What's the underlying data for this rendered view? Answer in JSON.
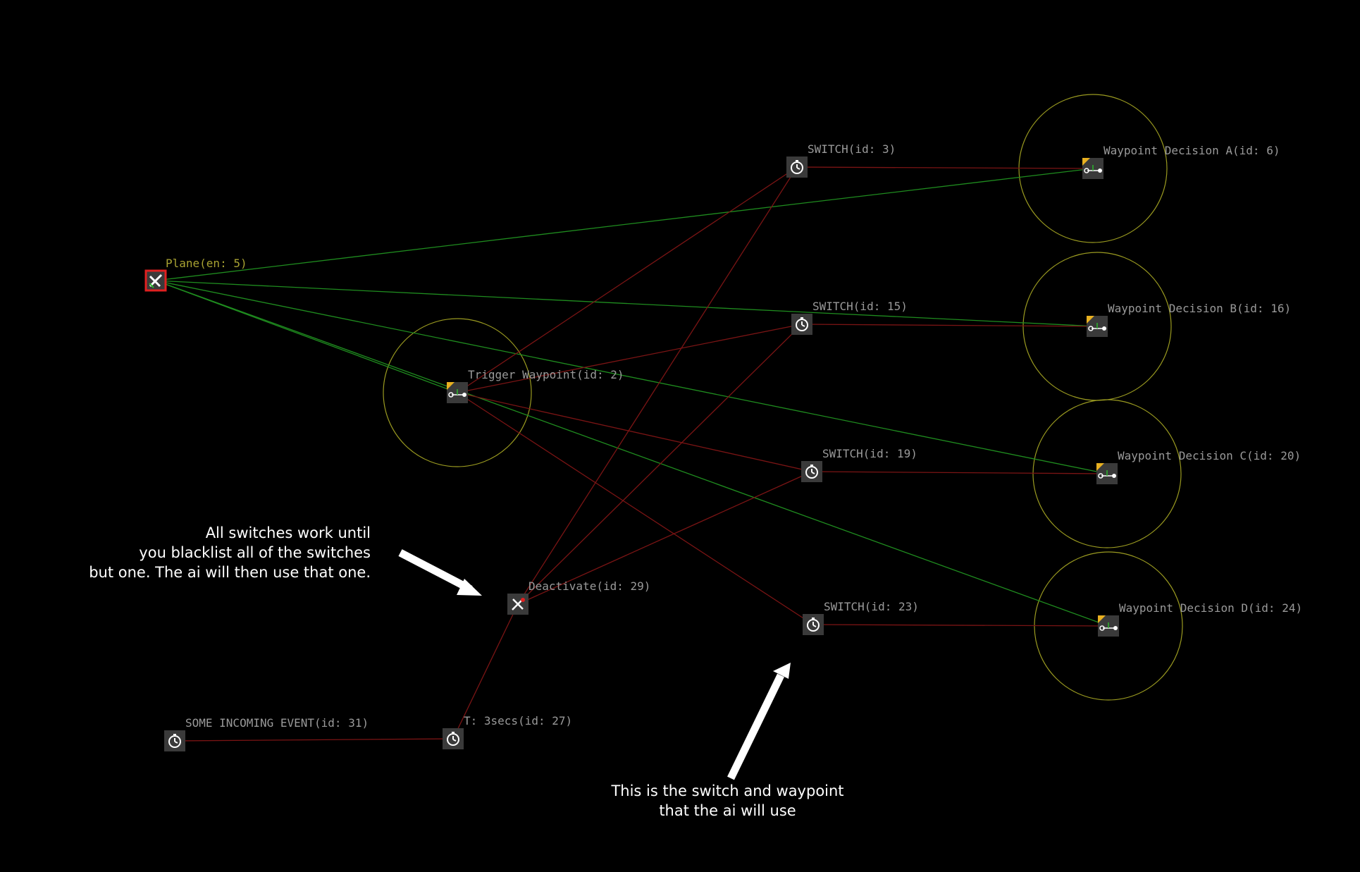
{
  "colors": {
    "background": "#000000",
    "red_link": "#7a1414",
    "green_link": "#1f8c1f",
    "radius_circle": "#9a9a20",
    "node_box": "#3a3a3a",
    "entity_label": "#a8a232",
    "node_label": "#9a9a9a",
    "plane_border": "#e02020",
    "flag": "#e8b020",
    "annotation": "#ffffff"
  },
  "nodes": [
    {
      "id": "plane",
      "label": "Plane(en: 5)",
      "kind": "entity",
      "icon": "plane-icon"
    },
    {
      "id": "trigger-wp",
      "label": "Trigger Waypoint(id: 2)",
      "kind": "waypoint",
      "icon": "waypoint-icon"
    },
    {
      "id": "switch-3",
      "label": "SWITCH(id: 3)",
      "kind": "timer",
      "icon": "timer-icon"
    },
    {
      "id": "switch-15",
      "label": "SWITCH(id: 15)",
      "kind": "timer",
      "icon": "timer-icon"
    },
    {
      "id": "switch-19",
      "label": "SWITCH(id: 19)",
      "kind": "timer",
      "icon": "timer-icon"
    },
    {
      "id": "switch-23",
      "label": "SWITCH(id: 23)",
      "kind": "timer",
      "icon": "timer-icon"
    },
    {
      "id": "wp-a",
      "label": "Waypoint Decision A(id: 6)",
      "kind": "waypoint",
      "icon": "waypoint-icon"
    },
    {
      "id": "wp-b",
      "label": "Waypoint Decision B(id: 16)",
      "kind": "waypoint",
      "icon": "waypoint-icon"
    },
    {
      "id": "wp-c",
      "label": "Waypoint Decision C(id: 20)",
      "kind": "waypoint",
      "icon": "waypoint-icon"
    },
    {
      "id": "wp-d",
      "label": "Waypoint Decision D(id: 24)",
      "kind": "waypoint",
      "icon": "waypoint-icon"
    },
    {
      "id": "deactivate",
      "label": "Deactivate(id: 29)",
      "kind": "deactivate",
      "icon": "deactivate-icon"
    },
    {
      "id": "timer-27",
      "label": "T: 3secs(id: 27)",
      "kind": "timer",
      "icon": "timer-icon"
    },
    {
      "id": "event-31",
      "label": "SOME INCOMING EVENT(id: 31)",
      "kind": "timer",
      "icon": "timer-icon"
    }
  ],
  "links": [
    {
      "from": "plane",
      "to": "wp-a",
      "color": "green"
    },
    {
      "from": "plane",
      "to": "wp-b",
      "color": "green"
    },
    {
      "from": "plane",
      "to": "wp-c",
      "color": "green"
    },
    {
      "from": "plane",
      "to": "wp-d",
      "color": "green"
    },
    {
      "from": "plane",
      "to": "trigger-wp",
      "color": "green"
    },
    {
      "from": "trigger-wp",
      "to": "switch-3",
      "color": "red"
    },
    {
      "from": "trigger-wp",
      "to": "switch-15",
      "color": "red"
    },
    {
      "from": "trigger-wp",
      "to": "switch-19",
      "color": "red"
    },
    {
      "from": "trigger-wp",
      "to": "switch-23",
      "color": "red"
    },
    {
      "from": "switch-3",
      "to": "wp-a",
      "color": "red"
    },
    {
      "from": "switch-15",
      "to": "wp-b",
      "color": "red"
    },
    {
      "from": "switch-19",
      "to": "wp-c",
      "color": "red"
    },
    {
      "from": "switch-23",
      "to": "wp-d",
      "color": "red"
    },
    {
      "from": "deactivate",
      "to": "switch-3",
      "color": "red"
    },
    {
      "from": "deactivate",
      "to": "switch-15",
      "color": "red"
    },
    {
      "from": "deactivate",
      "to": "switch-19",
      "color": "red"
    },
    {
      "from": "timer-27",
      "to": "deactivate",
      "color": "red"
    },
    {
      "from": "event-31",
      "to": "timer-27",
      "color": "red"
    }
  ],
  "radius_zones": [
    "trigger-wp",
    "wp-a",
    "wp-b",
    "wp-c",
    "wp-d"
  ],
  "annotations": {
    "left": [
      "All switches work until",
      "you blacklist all of the switches",
      "but one. The ai will then use that one."
    ],
    "bottom": [
      "This is the switch and waypoint",
      "that the ai will use"
    ]
  }
}
